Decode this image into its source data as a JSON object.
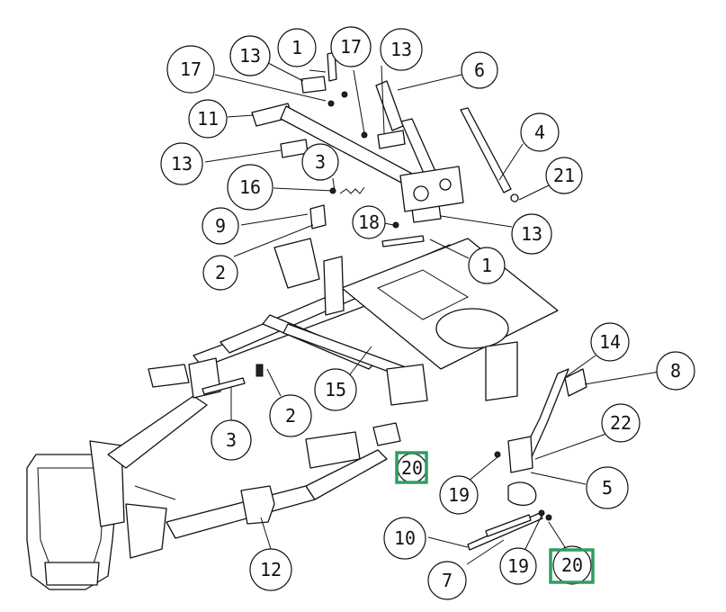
{
  "highlight_color": "#2e9e60",
  "callouts": [
    {
      "id": "c13a",
      "label": "13"
    },
    {
      "id": "c1a",
      "label": "1"
    },
    {
      "id": "c17a",
      "label": "17"
    },
    {
      "id": "c13b",
      "label": "13"
    },
    {
      "id": "c17b",
      "label": "17"
    },
    {
      "id": "c6",
      "label": "6"
    },
    {
      "id": "c11",
      "label": "11"
    },
    {
      "id": "c4",
      "label": "4"
    },
    {
      "id": "c13c",
      "label": "13"
    },
    {
      "id": "c3a",
      "label": "3"
    },
    {
      "id": "c21",
      "label": "21"
    },
    {
      "id": "c16",
      "label": "16"
    },
    {
      "id": "c9",
      "label": "9"
    },
    {
      "id": "c18",
      "label": "18"
    },
    {
      "id": "c13d",
      "label": "13"
    },
    {
      "id": "c2a",
      "label": "2"
    },
    {
      "id": "c1b",
      "label": "1"
    },
    {
      "id": "c14",
      "label": "14"
    },
    {
      "id": "c8",
      "label": "8"
    },
    {
      "id": "c15",
      "label": "15"
    },
    {
      "id": "c2b",
      "label": "2"
    },
    {
      "id": "c22",
      "label": "22"
    },
    {
      "id": "c3b",
      "label": "3"
    },
    {
      "id": "c20a",
      "label": "20"
    },
    {
      "id": "c19a",
      "label": "19"
    },
    {
      "id": "c5",
      "label": "5"
    },
    {
      "id": "c10",
      "label": "10"
    },
    {
      "id": "c12",
      "label": "12"
    },
    {
      "id": "c7",
      "label": "7"
    },
    {
      "id": "c19b",
      "label": "19"
    },
    {
      "id": "c20b",
      "label": "20"
    }
  ]
}
